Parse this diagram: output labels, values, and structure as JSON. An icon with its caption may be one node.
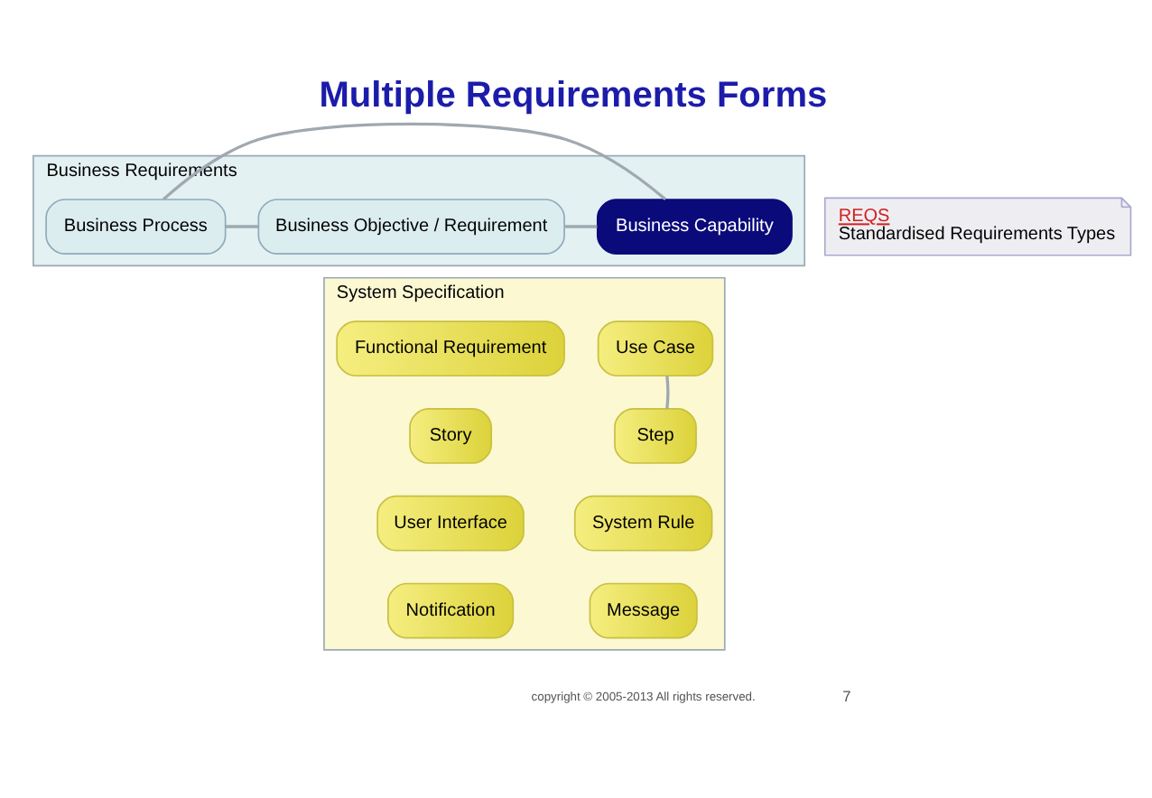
{
  "diagram": {
    "title": "Multiple Requirements Forms",
    "nodes": [
      {
        "text": [
          "Business Requirements"
        ]
      },
      {
        "text": [
          "Business Objective / Requirement"
        ],
        "in": 0
      },
      {
        "text": [
          "Business Capability"
        ],
        "in": 0
      },
      {
        "text": [
          "Business Process"
        ],
        "in": 0
      },
      {
        "text": [
          "System Specification"
        ]
      },
      {
        "text": [
          "Functional Requirement"
        ],
        "in": 4
      },
      {
        "text": [
          "Use Case"
        ],
        "in": 4
      },
      {
        "text": [
          "Story"
        ],
        "in": 4
      },
      {
        "text": [
          "Step"
        ],
        "in": 4
      },
      {
        "text": [
          "User Interface"
        ],
        "in": 4
      },
      {
        "text": [
          "System Rule"
        ],
        "in": 4
      },
      {
        "text": [
          "Notification"
        ],
        "in": 4
      },
      {
        "text": [
          "Message"
        ],
        "in": 4
      },
      {
        "text": [
          "REQS",
          "Standardised Requirements Types"
        ]
      }
    ],
    "edges": [
      {
        "from": 1,
        "to": 2,
        "arrow": "none"
      },
      {
        "from": 1,
        "to": 3,
        "arrow": "none"
      },
      {
        "from": 2,
        "to": 3,
        "arrow": "none"
      },
      {
        "from": 6,
        "to": 8,
        "arrow": "none"
      }
    ],
    "labels": [
      "copyright © 2005-2013 All rights reserved.",
      "7"
    ]
  }
}
